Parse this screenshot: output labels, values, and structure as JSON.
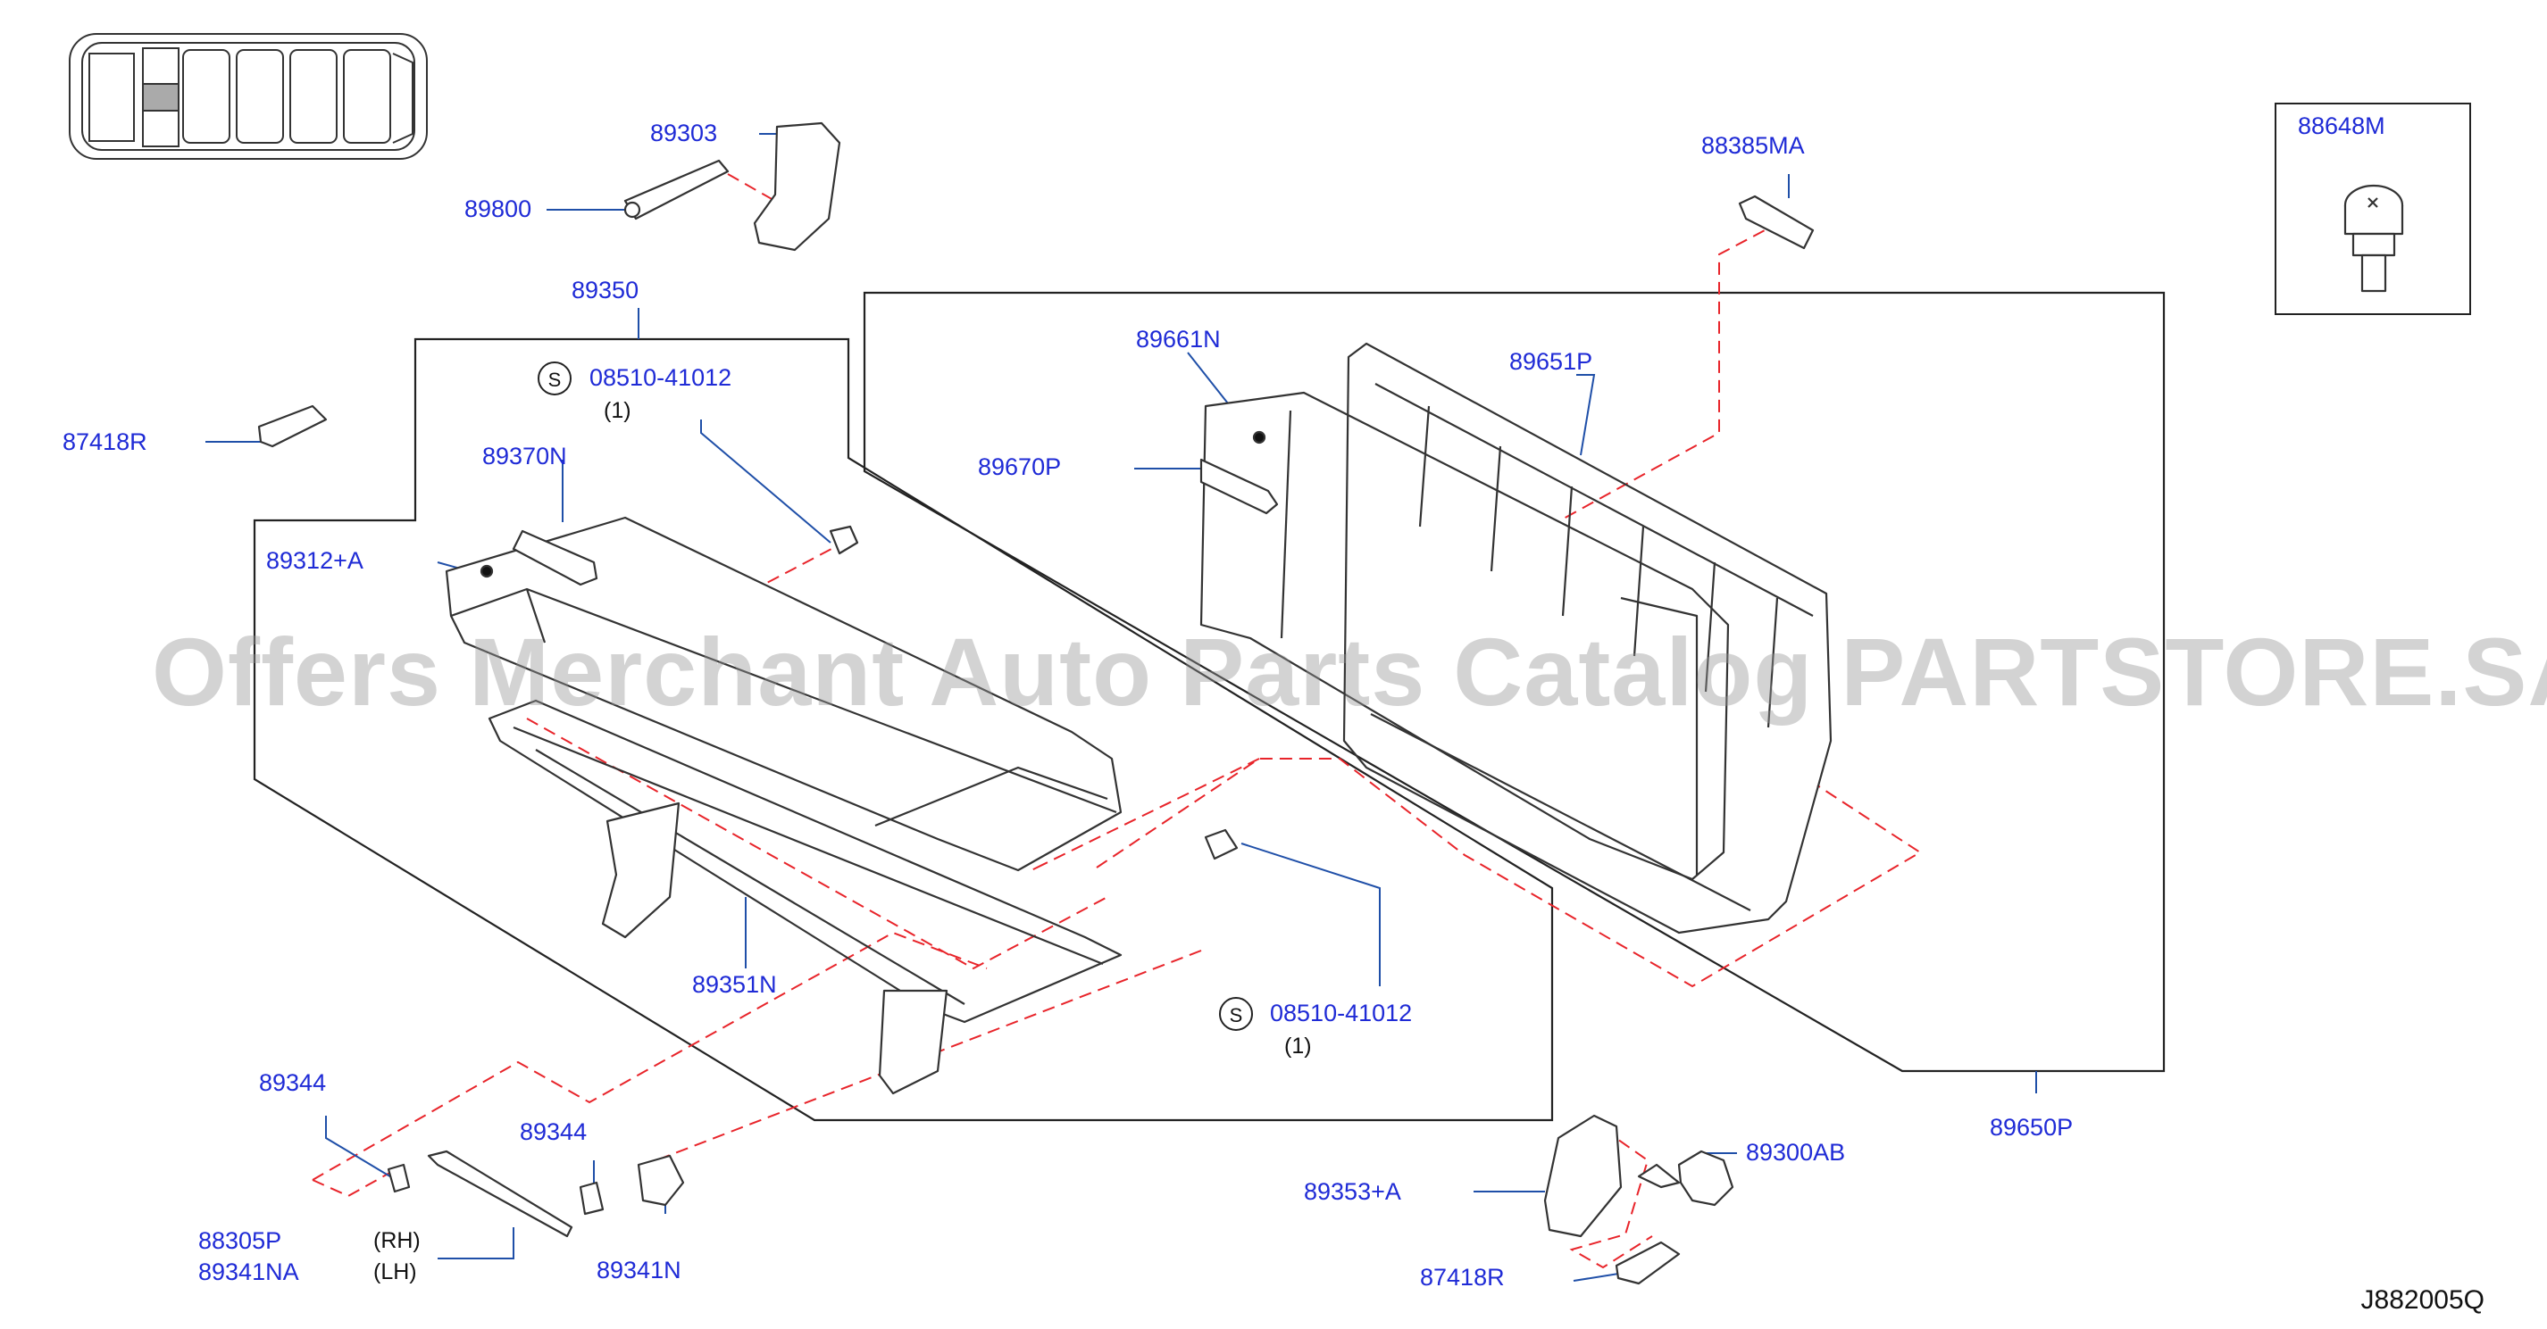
{
  "watermark": "Offers Merchant Auto Parts Catalog PARTSTORE.SA",
  "diagram_code": "J882005Q",
  "colors": {
    "label": "#1f2bd6",
    "leader": "#1f4fa8",
    "dashed": "#e8242a",
    "frame": "#222222"
  },
  "labels": {
    "p89303": "89303",
    "p89800": "89800",
    "p89350": "89350",
    "p88385ma": "88385MA",
    "p88648m": "88648M",
    "p89661n": "89661N",
    "p89651p": "89651P",
    "p89670p": "89670P",
    "p87418r_top": "87418R",
    "p08510_top": "08510-41012",
    "qty_top": "(1)",
    "p89370n": "89370N",
    "p89312a": "89312+A",
    "p89351n": "89351N",
    "p08510_bottom": "08510-41012",
    "qty_bottom": "(1)",
    "p89344_a": "89344",
    "p89344_b": "89344",
    "p88305p": "88305P",
    "p89341na": "89341NA",
    "rh": "(RH)",
    "lh": "(LH)",
    "p89341n": "89341N",
    "p89650p": "89650P",
    "p89353a": "89353+A",
    "p89300ab": "89300AB",
    "p87418r_bottom": "87418R",
    "s_symbol": "S"
  }
}
